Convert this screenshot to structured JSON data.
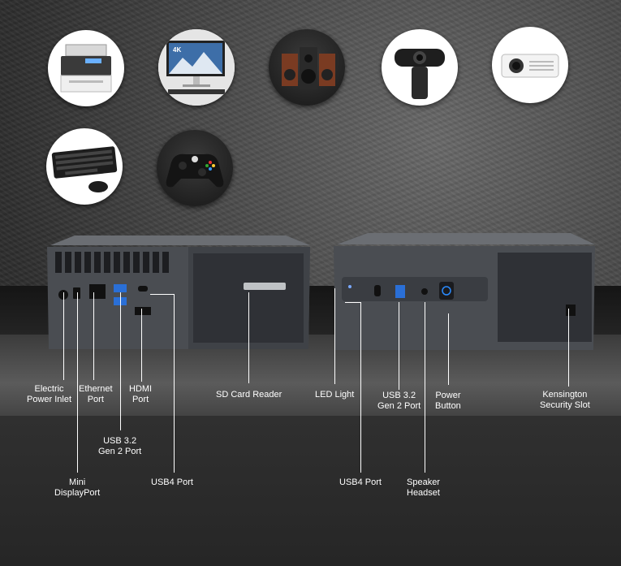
{
  "labels": {
    "electric_power_inlet": "Electric\nPower Inlet",
    "mini_displayport": "Mini\nDisplayPort",
    "ethernet_port": "Ethernet\nPort",
    "usb32_rear": "USB 3.2\nGen 2 Port",
    "hdmi_port": "HDMI\nPort",
    "usb4_rear": "USB4 Port",
    "sd_card_reader": "SD Card Reader",
    "led_light": "LED Light",
    "usb4_front": "USB4 Port",
    "usb32_front": "USB 3.2\nGen 2 Port",
    "speaker_headset": "Speaker\nHeadset",
    "power_button": "Power\nButton",
    "kensington_slot": "Kensington\nSecurity Slot"
  },
  "icons": [
    "printer-icon",
    "monitor-icon",
    "speakers-icon",
    "webcam-icon",
    "projector-icon",
    "keyboard-mouse-icon",
    "gamepad-icon"
  ],
  "colors": {
    "text": "#ffffff",
    "device_body": "#4a4d52",
    "usb_blue": "#2a6fd6"
  }
}
